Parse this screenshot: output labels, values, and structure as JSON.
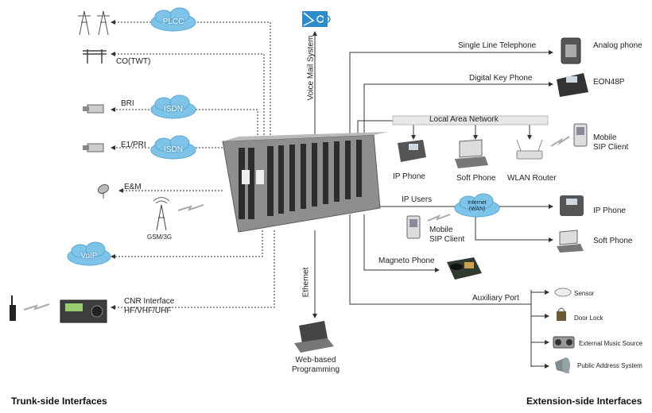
{
  "titles": {
    "left": "Trunk-side Interfaces",
    "right": "Extension-side Interfaces"
  },
  "clouds": {
    "plcc": "PLCC",
    "isdn1": "ISDN",
    "isdn2": "ISDN",
    "voip": "VoIP",
    "internet": "Internet\n(WAN)"
  },
  "trunk": {
    "co": "CO(TWT)",
    "bri": "BRI",
    "e1pri": "E1/PRI",
    "em": "E&M",
    "gsm": "GSM/3G",
    "cnr_line1": "CNR Interface",
    "cnr_line2": "HF/VHF/UHF"
  },
  "center": {
    "voicemail": "Voice Mail System",
    "ethernet": "Ethernet",
    "web_line1": "Web-based",
    "web_line2": "Programming"
  },
  "extension": {
    "single_line": "Single Line Telephone",
    "analog_phone": "Analog phone",
    "digital_key": "Digital Key Phone",
    "eon48p": "EON48P",
    "lan": "Local Area Network",
    "ip_phone_lan": "IP Phone",
    "soft_phone_lan": "Soft Phone",
    "wlan_router": "WLAN Router",
    "mobile_sip_1": "Mobile",
    "mobile_sip_2": "SIP Client",
    "ip_users": "IP Users",
    "mobile_sip2_1": "Mobile",
    "mobile_sip2_2": "SIP Client",
    "ip_phone_wan": "IP Phone",
    "soft_phone_wan": "Soft Phone",
    "magneto": "Magneto Phone",
    "aux_port": "Auxiliary Port",
    "sensor": "Sensor",
    "door_lock": "Door Lock",
    "ext_music": "External Music Source",
    "pa_system": "Public Address System"
  },
  "colors": {
    "cloud_fill": "#7ec3e8",
    "cloud_text": "#ffffff",
    "line": "#333333",
    "pbx_body": "#8c8f8d"
  }
}
